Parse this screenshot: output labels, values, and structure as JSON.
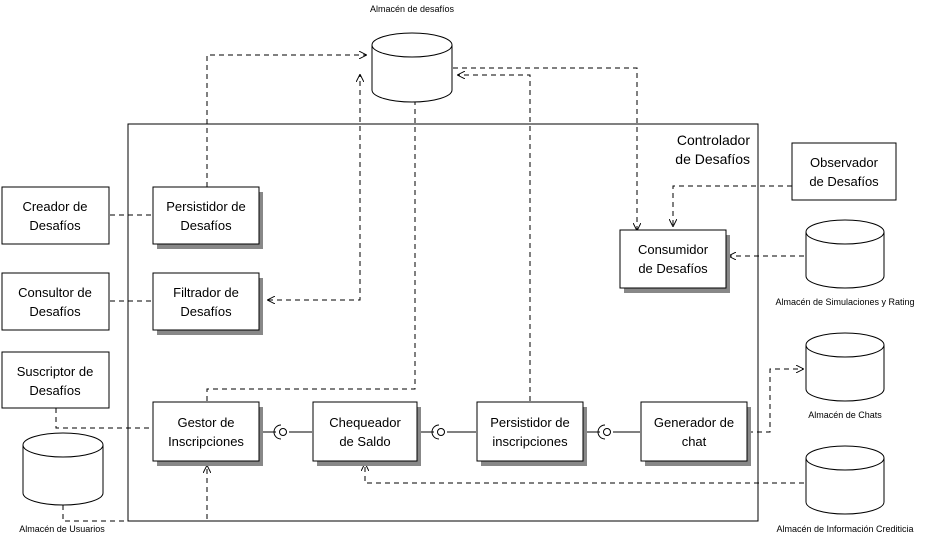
{
  "container": {
    "title_line1": "Controlador",
    "title_line2": "de Desafíos"
  },
  "components": {
    "creador": [
      "Creador de",
      "Desafíos"
    ],
    "consultor": [
      "Consultor de",
      "Desafíos"
    ],
    "suscriptor": [
      "Suscriptor de",
      "Desafíos"
    ],
    "persistidor_desafios": [
      "Persistidor de",
      "Desafíos"
    ],
    "filtrador": [
      "Filtrador de",
      "Desafíos"
    ],
    "gestor": [
      "Gestor de",
      "Inscripciones"
    ],
    "chequeador": [
      "Chequeador",
      "de Saldo"
    ],
    "persistidor_inscripciones": [
      "Persistidor de",
      "inscripciones"
    ],
    "generador": [
      "Generador de",
      "chat"
    ],
    "consumidor": [
      "Consumidor",
      "de Desafíos"
    ],
    "observador": [
      "Observador",
      "de Desafíos"
    ]
  },
  "stores": {
    "desafios": "Almacén de desafíos",
    "simulaciones": "Almacén de Simulaciones y Rating",
    "chats": "Almacén de Chats",
    "informacion": "Almacén de Información Crediticia",
    "usuarios": "Almacén de Usuarios"
  }
}
